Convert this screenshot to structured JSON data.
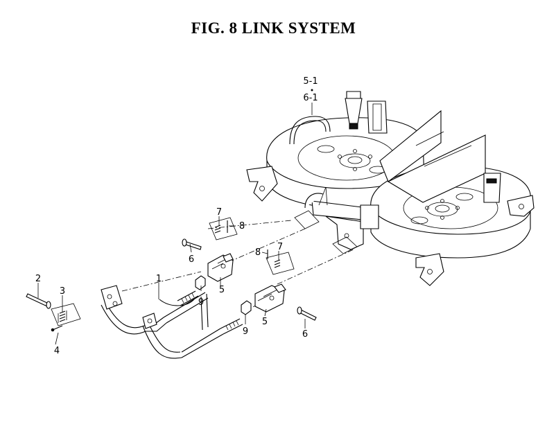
{
  "figure": {
    "title": "FIG. 8 LINK SYSTEM"
  },
  "callouts": {
    "deck_label_top": "5-1",
    "deck_label_bottom": "6-1",
    "link_frame": "1",
    "pin_left": "2",
    "spring_left": "3",
    "cotter_left": "4",
    "bracket_upper": "5",
    "bracket_lower": "5",
    "pin_upper": "6",
    "pin_lower": "6",
    "spring_upper": "7",
    "spring_lower": "7",
    "cotter_upper": "8",
    "cotter_lower": "8",
    "nut_upper": "9",
    "nut_lower": "9"
  }
}
